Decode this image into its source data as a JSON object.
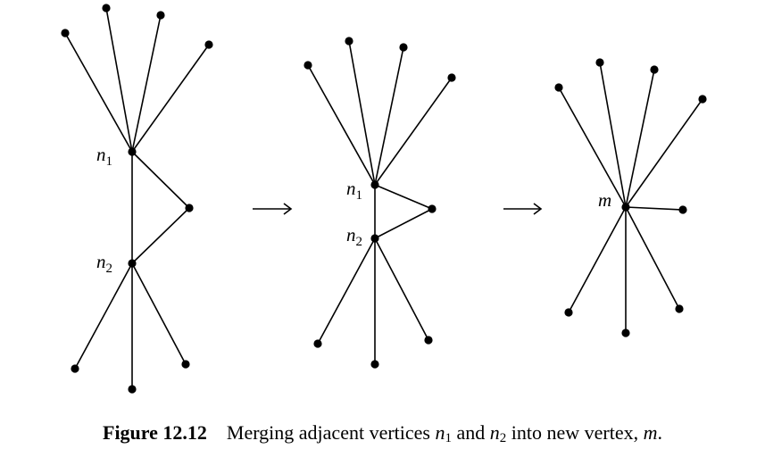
{
  "diagram": {
    "colors": {
      "ink": "#000000"
    },
    "graphs": [
      {
        "id": "before",
        "vertices": [
          {
            "id": "n1",
            "label": "n",
            "sub": "1"
          },
          {
            "id": "n2",
            "label": "n",
            "sub": "2"
          }
        ]
      },
      {
        "id": "adjacent",
        "vertices": [
          {
            "id": "n1",
            "label": "n",
            "sub": "1"
          },
          {
            "id": "n2",
            "label": "n",
            "sub": "2"
          }
        ]
      },
      {
        "id": "merged",
        "vertices": [
          {
            "id": "m",
            "label": "m",
            "sub": ""
          }
        ]
      }
    ],
    "arrows": [
      "arrow-1",
      "arrow-2"
    ]
  },
  "caption": {
    "figure": "Figure 12.12",
    "text1": "Merging adjacent vertices ",
    "v1": "n",
    "v1sub": "1",
    "text2": " and ",
    "v2": "n",
    "v2sub": "2",
    "text3": " into new vertex, ",
    "v3": "m",
    "text4": "."
  }
}
